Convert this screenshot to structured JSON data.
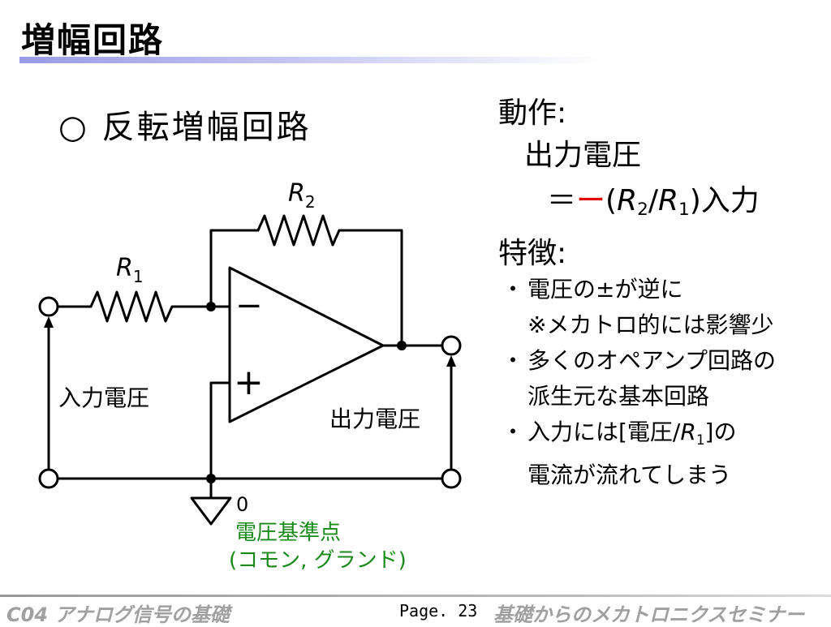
{
  "title": "増幅回路",
  "subtitle": "○ 反転増幅回路",
  "circuit": {
    "r1_letter": "R",
    "r1_index": "1",
    "r2_letter": "R",
    "r2_index": "2",
    "minus_sign": "−",
    "plus_sign": "+",
    "input_label": "入力電圧",
    "output_label": "出力電圧",
    "ground_value": "0",
    "ground_label_1": "電圧基準点",
    "ground_label_2": "(コモン, グランド)",
    "ground_label_color": "#1a8a1a"
  },
  "operation": {
    "heading": "動作:",
    "line1": "出力電圧",
    "line2_eq": "＝",
    "line2_minus": "ー",
    "line2_open": "(",
    "r2_letter": "R",
    "r2_index": "2",
    "slash": "/",
    "r1_letter": "R",
    "r1_index": "1",
    "line2_close": ")入力",
    "minus_color": "#e00000"
  },
  "features": {
    "heading": "特徴:",
    "bullet_symbol": "・",
    "items": [
      {
        "line1": "電圧の±が逆に",
        "line2": "※メカトロ的には影響少"
      },
      {
        "line1": "多くのオペアンプ回路の",
        "line2": "派生元な基本回路"
      },
      {
        "line1_pre": "入力には[電圧/",
        "line1_r": "R",
        "line1_idx": "1",
        "line1_post": "]の",
        "line2": "電流が流れてしまう"
      }
    ]
  },
  "footer": {
    "left": "C04 アナログ信号の基礎",
    "page": "Page. 23",
    "right": "基礎からのメカトロニクスセミナー"
  }
}
